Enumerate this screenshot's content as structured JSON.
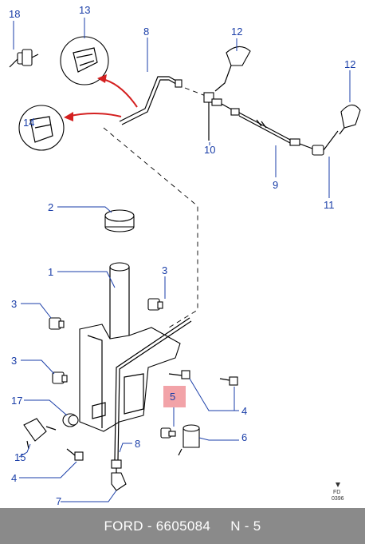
{
  "callouts": {
    "c1": "1",
    "c2": "2",
    "c3a": "3",
    "c3b": "3",
    "c3c": "3",
    "c4a": "4",
    "c4b": "4",
    "c5": "5",
    "c6": "6",
    "c7": "7",
    "c8a": "8",
    "c8b": "8",
    "c9": "9",
    "c10": "10",
    "c11": "11",
    "c12a": "12",
    "c12b": "12",
    "c13": "13",
    "c14": "14",
    "c15": "15",
    "c17": "17",
    "c18": "18"
  },
  "stamp": {
    "line1": "FD",
    "line2": "0396"
  },
  "footer": {
    "text": "FORD - 6605084     N - 5"
  },
  "colors": {
    "callout": "#1a3ea8",
    "arrow": "#d42020",
    "highlight": "#f2a3a8",
    "footer_bg": "#8a8a8a"
  }
}
